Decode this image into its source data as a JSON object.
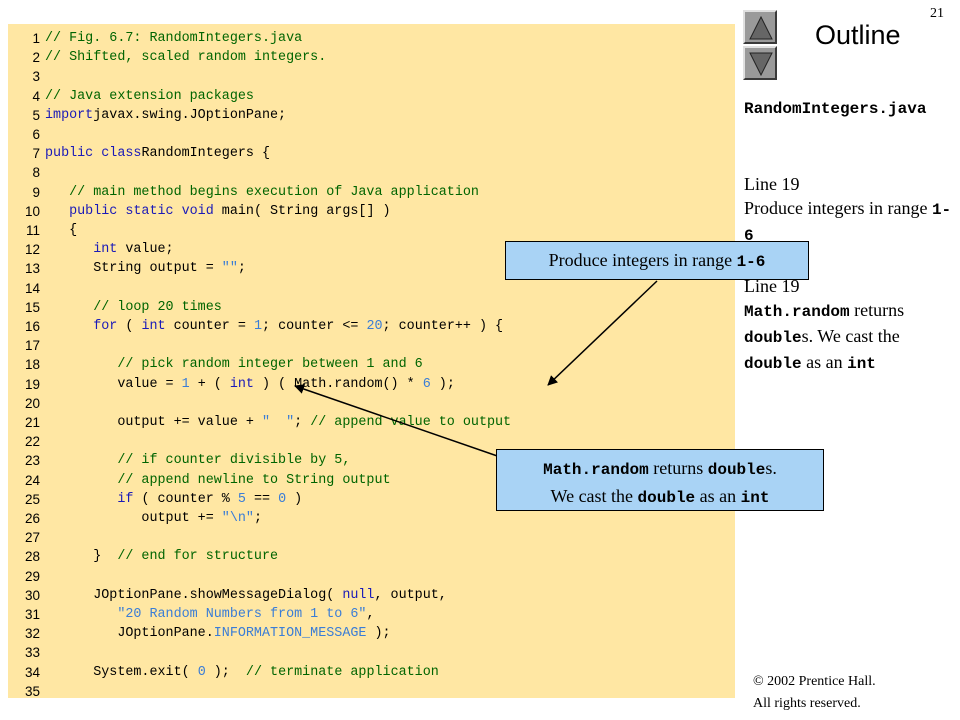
{
  "slide_number": "21",
  "outline_title": "Outline",
  "file_name": "RandomIntegers.java",
  "side_notes": {
    "line1": "Line 19",
    "produce_text": "Produce integers in range ",
    "produce_code": "1-6",
    "line2": "Line 19",
    "math_random": "Math.random",
    "returns": " returns ",
    "doubles_code": "double",
    "doubles_suffix": "s. We cast the ",
    "double_code": "double",
    "as_an": " as an ",
    "int_code": "int"
  },
  "callout_1": {
    "text": "Produce integers in range ",
    "code": "1-6"
  },
  "callout_2": {
    "code1": "Math.random",
    "text1": " returns ",
    "code2": "double",
    "text2": "s.",
    "text3": "We cast the ",
    "code3": "double",
    "text4": " as an ",
    "code4": "int"
  },
  "copyright": {
    "symbol": "©",
    "line1": " 2002 Prentice Hall.",
    "line2": "All rights reserved."
  },
  "code_lines": [
    [
      [
        "cm",
        "// Fig. 6.7: RandomIntegers.java"
      ]
    ],
    [
      [
        "cm",
        "// Shifted, scaled random integers."
      ]
    ],
    [],
    [
      [
        "cm",
        "// Java extension packages"
      ]
    ],
    [
      [
        "kw",
        "import"
      ],
      [
        "",
        "javax.swing.JOptionPane;"
      ]
    ],
    [],
    [
      [
        "kw",
        "public class"
      ],
      [
        "",
        "RandomIntegers {"
      ]
    ],
    [],
    [
      [
        "",
        "   "
      ],
      [
        "cm",
        "// main method begins execution of Java application"
      ]
    ],
    [
      [
        "",
        "   "
      ],
      [
        "kw",
        "public static void"
      ],
      [
        "",
        " main( String args[] )"
      ]
    ],
    [
      [
        "",
        "   {"
      ]
    ],
    [
      [
        "",
        "      "
      ],
      [
        "kw",
        "int"
      ],
      [
        "",
        " value;"
      ]
    ],
    [
      [
        "",
        "      String output = "
      ],
      [
        "lit",
        "\"\""
      ],
      [
        "",
        ";"
      ]
    ],
    [],
    [
      [
        "",
        "      "
      ],
      [
        "cm",
        "// loop 20 times"
      ]
    ],
    [
      [
        "",
        "      "
      ],
      [
        "kw",
        "for"
      ],
      [
        "",
        " ( "
      ],
      [
        "kw",
        "int"
      ],
      [
        "",
        " counter = "
      ],
      [
        "lit",
        "1"
      ],
      [
        "",
        "; counter <= "
      ],
      [
        "lit",
        "20"
      ],
      [
        "",
        "; counter++ ) {"
      ]
    ],
    [],
    [
      [
        "",
        "         "
      ],
      [
        "cm",
        "// pick random integer between 1 and 6"
      ]
    ],
    [
      [
        "",
        "         value = "
      ],
      [
        "lit",
        "1"
      ],
      [
        "",
        " + ( "
      ],
      [
        "kw",
        "int"
      ],
      [
        "",
        " ) ( Math.random() * "
      ],
      [
        "lit",
        "6"
      ],
      [
        "",
        " );"
      ]
    ],
    [],
    [
      [
        "",
        "         output += value + "
      ],
      [
        "lit",
        "\"  \""
      ],
      [
        "",
        "; "
      ],
      [
        "cm",
        "// append value to output"
      ]
    ],
    [],
    [
      [
        "",
        "         "
      ],
      [
        "cm",
        "// if counter divisible by 5,"
      ]
    ],
    [
      [
        "",
        "         "
      ],
      [
        "cm",
        "// append newline to String output"
      ]
    ],
    [
      [
        "",
        "         "
      ],
      [
        "kw",
        "if"
      ],
      [
        "",
        " ( counter % "
      ],
      [
        "lit",
        "5"
      ],
      [
        "",
        " == "
      ],
      [
        "lit",
        "0"
      ],
      [
        "",
        " )"
      ]
    ],
    [
      [
        "",
        "            output += "
      ],
      [
        "lit",
        "\"\\n\""
      ],
      [
        "",
        ";"
      ]
    ],
    [],
    [
      [
        "",
        "      }  "
      ],
      [
        "cm",
        "// end for structure"
      ]
    ],
    [],
    [
      [
        "",
        "      JOptionPane.showMessageDialog( "
      ],
      [
        "kw",
        "null"
      ],
      [
        "",
        ", output,"
      ]
    ],
    [
      [
        "",
        "         "
      ],
      [
        "lit",
        "\"20 Random Numbers from 1 to 6\""
      ],
      [
        "",
        ","
      ]
    ],
    [
      [
        "",
        "         JOptionPane."
      ],
      [
        "lit",
        "INFORMATION_MESSAGE"
      ],
      [
        "",
        " );"
      ]
    ],
    [],
    [
      [
        "",
        "      System.exit( "
      ],
      [
        "lit",
        "0"
      ],
      [
        "",
        " );  "
      ],
      [
        "cm",
        "// terminate application"
      ]
    ],
    []
  ]
}
